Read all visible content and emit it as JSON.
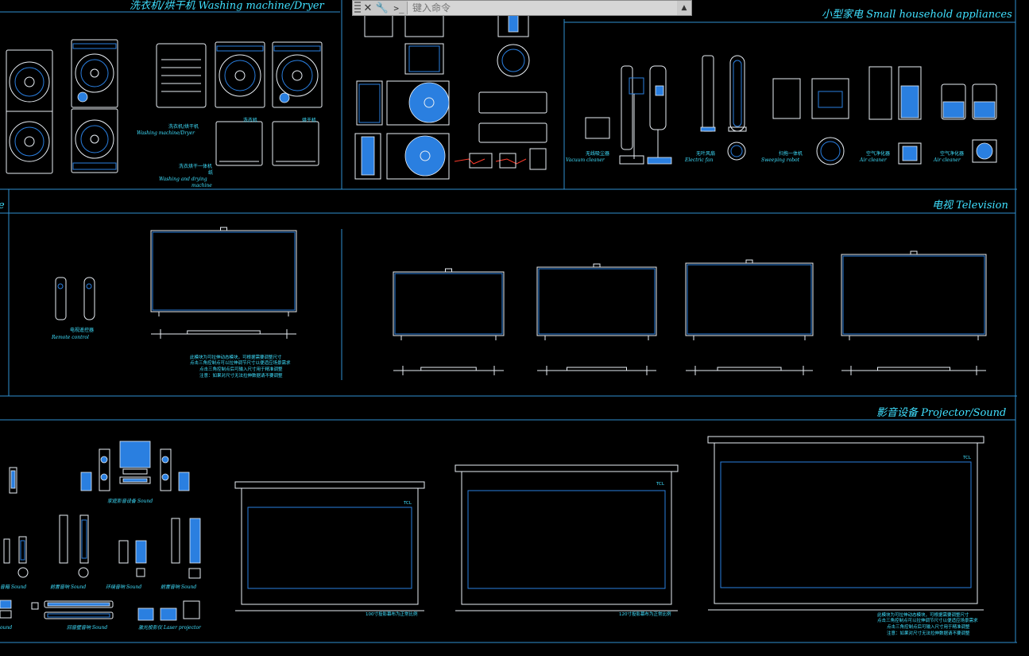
{
  "titles": {
    "washer": "洗衣机/烘干机 Washing machine/Dryer",
    "small": "小型家电 Small household appliances",
    "tv": "电视 Television",
    "projector": "影音设备 Projector/Sound",
    "left_fragment": "e"
  },
  "washer_captions": {
    "washer_dryer_cn": "洗衣机/烘干机",
    "washer_dryer_en": "Washing machine/Dryer",
    "washer_label": "洗衣机",
    "dryer_label": "烘干机",
    "combo_cn_1": "洗衣烘干一体机",
    "combo_cn_2": "纸",
    "combo_en_1": "Washing and drying",
    "combo_en_2": "machine"
  },
  "small_captions": {
    "vacuum_cn": "无线吸尘器",
    "vacuum_en": "Vacuum cleaner",
    "fan_cn": "无叶风扇",
    "fan_en": "Electric fan",
    "robot_cn": "扫拖一体机",
    "robot_en": "Sweeping robot",
    "air1_cn": "空气净化器",
    "air1_en": "Air cleaner",
    "air2_cn": "空气净化器",
    "air2_en": "Air cleaner"
  },
  "tv_captions": {
    "remote_cn": "电视遥控器",
    "remote_en": "Remote control",
    "note_1": "此模块为可拉伸动态模块，可根据需要调整尺寸",
    "note_2": "点击三角控制点可以拉伸调节尺寸以便适应场景需求",
    "note_3": "点击三角控制点后可输入尺寸用于精准调整",
    "note_4": "注意：如果对尺寸无法拉伸数据请不要调整"
  },
  "projector_captions": {
    "home_sound": "家庭影音设备 Sound",
    "sound_1": "音箱 Sound",
    "sound_2": "前置音响 Sound",
    "sound_3": "环绕音响 Sound",
    "sound_4": "前置音响 Sound",
    "sound_5": "ound",
    "sound_6": "回音壁音响 Sound",
    "laser": "激光投影仪 Laser projector",
    "screen_1": "100寸投影幕布为正常比例",
    "screen_2": "120寸投影幕布为正常比例",
    "note_1": "此模块为可拉伸动态模块，可根据需要调整尺寸",
    "note_2": "点击三角控制点可以拉伸调节尺寸以便适应场景需求",
    "note_3": "点击三角控制点后可输入尺寸用于精准调整",
    "note_4": "注意：如果对尺寸无法拉伸数据请不要调整",
    "logo": "TCL"
  },
  "cmdbar": {
    "close_icon": "close-icon",
    "settings_icon": "wrench-icon",
    "prompt_symbol": ">_",
    "placeholder": "键入命令",
    "dropdown_icon": "triangle-up-icon"
  },
  "colors": {
    "frame": "#2f8fd0",
    "text": "#3fe0ff",
    "line": "#e8eef4",
    "fill": "#2a7fe0",
    "background": "#000000"
  }
}
